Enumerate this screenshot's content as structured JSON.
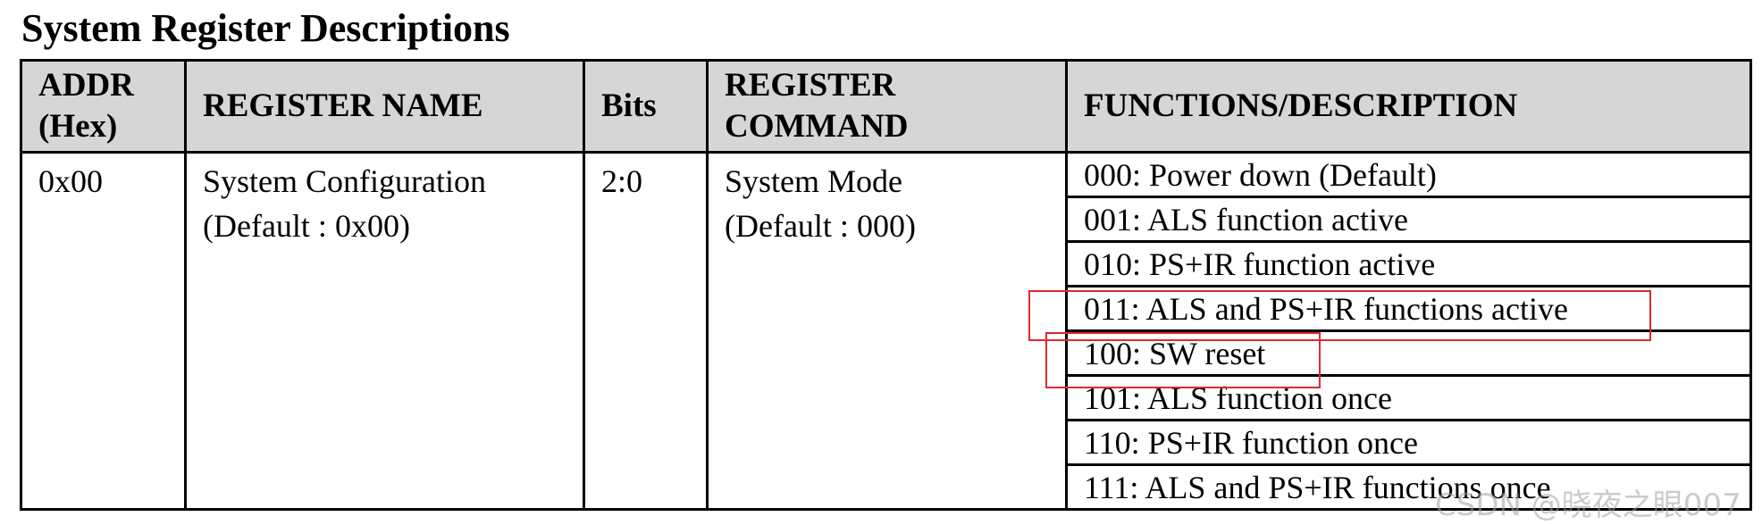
{
  "page": {
    "title": "System Register Descriptions",
    "watermark": "CSDN @晓夜之眼007"
  },
  "table": {
    "headers": {
      "addr": "ADDR (Hex)",
      "register_name": "REGISTER NAME",
      "bits": "Bits",
      "register_command": "REGISTER COMMAND",
      "functions": "FUNCTIONS/DESCRIPTION"
    },
    "row": {
      "addr": "0x00",
      "register_name": "System Configuration",
      "register_default": "(Default : 0x00)",
      "bits": "2:0",
      "command": "System Mode",
      "command_default": "(Default : 000)",
      "functions": [
        "000: Power down (Default)",
        "001: ALS function active",
        "010: PS+IR function active",
        "011: ALS and PS+IR functions active",
        "100: SW reset",
        "101: ALS function once",
        "110: PS+IR function once",
        "111: ALS and PS+IR functions once"
      ]
    }
  },
  "highlight_color": "#e0282e"
}
